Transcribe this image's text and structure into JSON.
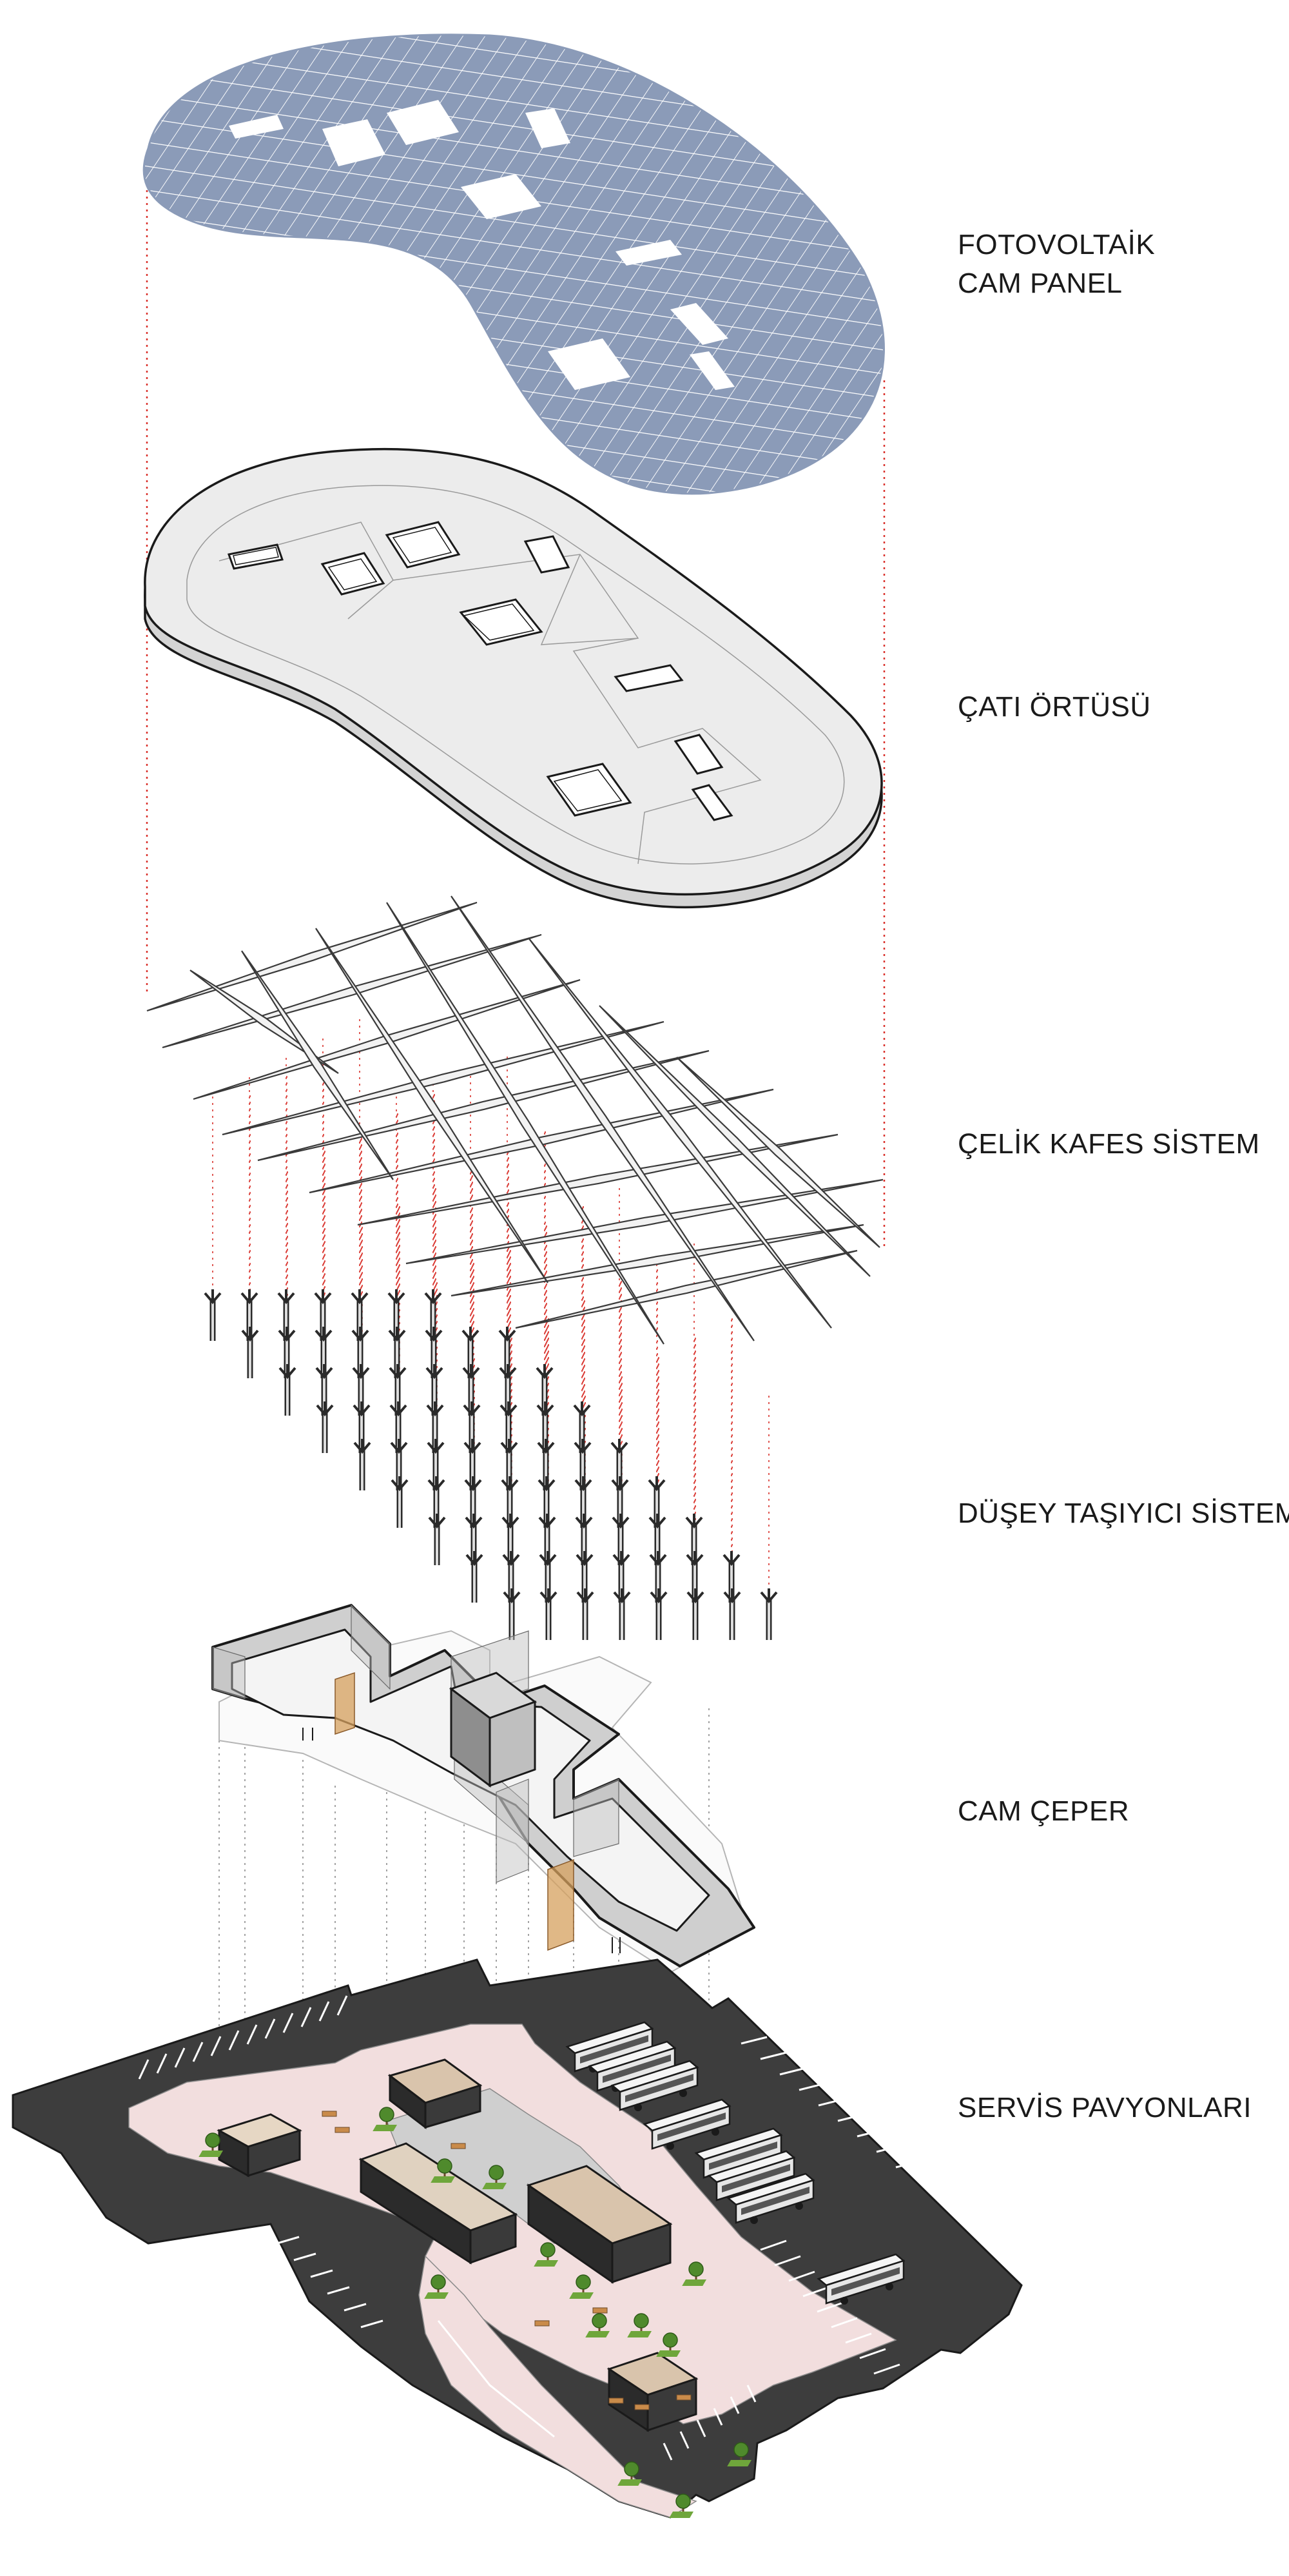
{
  "layers": [
    {
      "id": "pv",
      "lines": [
        "FOTOVOLTAİK",
        "CAM PANEL"
      ]
    },
    {
      "id": "roof",
      "lines": [
        "ÇATI ÖRTÜSÜ"
      ]
    },
    {
      "id": "truss",
      "lines": [
        "ÇELİK KAFES SİSTEM"
      ]
    },
    {
      "id": "columns",
      "lines": [
        "DÜŞEY TAŞIYICI SİSTEM"
      ]
    },
    {
      "id": "glass",
      "lines": [
        "CAM ÇEPER"
      ]
    },
    {
      "id": "site",
      "lines": [
        "SERVİS PAVYONLARI"
      ]
    }
  ],
  "colors": {
    "pv_fill": "#8b9bb8",
    "pv_grid": "#ffffff",
    "roof_fill": "#e8e8e8",
    "roof_stroke": "#1a1a1a",
    "truss": "#3a3a3a",
    "guide_red": "#d9302a",
    "guide_gray": "#8a8a8a",
    "asphalt": "#3d3d3d",
    "plaza": "#f2dede",
    "building_roof": "#d9c4ac",
    "building_wall": "#2b2b2b",
    "green": "#4f8a2c",
    "timber": "#c98b4a",
    "bus": "#f5f5f5"
  }
}
